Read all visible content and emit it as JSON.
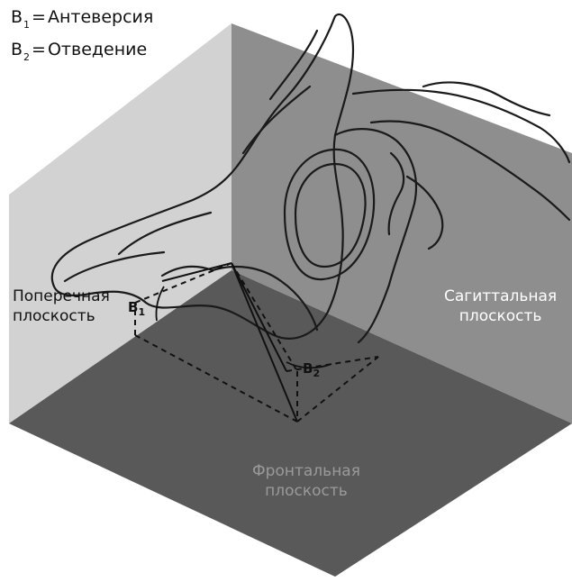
{
  "legend": {
    "items": [
      {
        "symbol": "B",
        "sub": "1",
        "eq": "=",
        "text": "Антеверсия"
      },
      {
        "symbol": "B",
        "sub": "2",
        "eq": "=",
        "text": "Отведение"
      }
    ]
  },
  "planes": {
    "transverse": {
      "line1": "Поперечная",
      "line2": "плоскость"
    },
    "sagittal": {
      "line1": "Сагиттальная",
      "line2": "плоскость"
    },
    "frontal": {
      "line1": "Фронтальная",
      "line2": "плоскость"
    }
  },
  "angle_labels": {
    "b1": {
      "symbol": "B",
      "sub": "1"
    },
    "b2": {
      "symbol": "B",
      "sub": "2"
    }
  },
  "colors": {
    "transverse_plane": "#d2d2d2",
    "sagittal_plane": "#8e8e8e",
    "frontal_plane": "#595959",
    "outline": "#1a1a1a"
  }
}
